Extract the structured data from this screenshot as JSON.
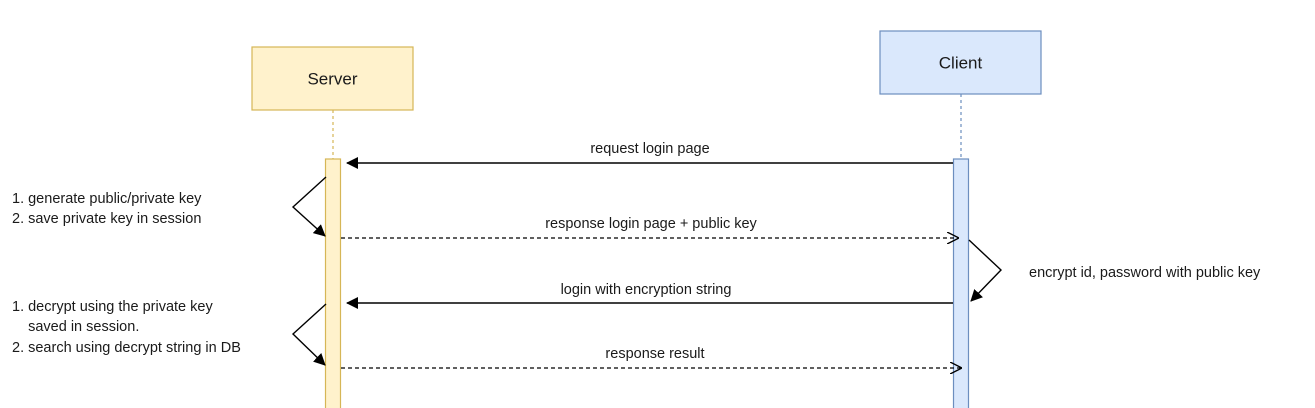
{
  "actors": {
    "server": {
      "label": "Server",
      "fill": "#fff2cc",
      "stroke": "#d6b656"
    },
    "client": {
      "label": "Client",
      "fill": "#dae8fc",
      "stroke": "#6c8ebf"
    }
  },
  "messages": [
    {
      "label": "request login page",
      "style": "solid"
    },
    {
      "label": "response login page + public key",
      "style": "dashed"
    },
    {
      "label": "login with encryption string",
      "style": "solid"
    },
    {
      "label": "response result",
      "style": "dashed"
    }
  ],
  "notes": {
    "server_first": [
      "1. generate public/private key",
      "2. save private key in session"
    ],
    "client_first": [
      "encrypt id, password with public key"
    ],
    "server_second": [
      "1. decrypt using the private key",
      "    saved in session.",
      "2. search using decrypt string in DB"
    ]
  }
}
